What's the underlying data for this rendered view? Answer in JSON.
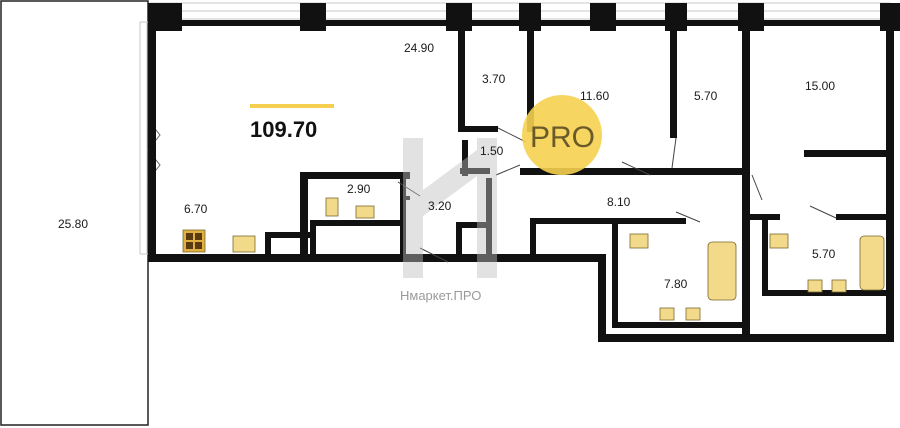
{
  "plan": {
    "total_area": "109.70",
    "rooms": {
      "balcony": "25.80",
      "living": "24.90",
      "wardrobe": "3.70",
      "bedroom_1": "11.60",
      "bedroom_2": "5.70",
      "bedroom_3": "15.00",
      "hall_small": "1.50",
      "kitchen_niche": "6.70",
      "wc": "2.90",
      "pantry": "3.20",
      "corridor": "8.10",
      "bath_1": "7.80",
      "bath_2": "5.70"
    }
  },
  "badge": {
    "text": "PRO"
  },
  "watermark": {
    "text": "Нмаркет.ПРО"
  },
  "colors": {
    "wall": "#111111",
    "accent": "#f5d050",
    "fixture": "#e0b040",
    "window": "#c8c8c8"
  }
}
